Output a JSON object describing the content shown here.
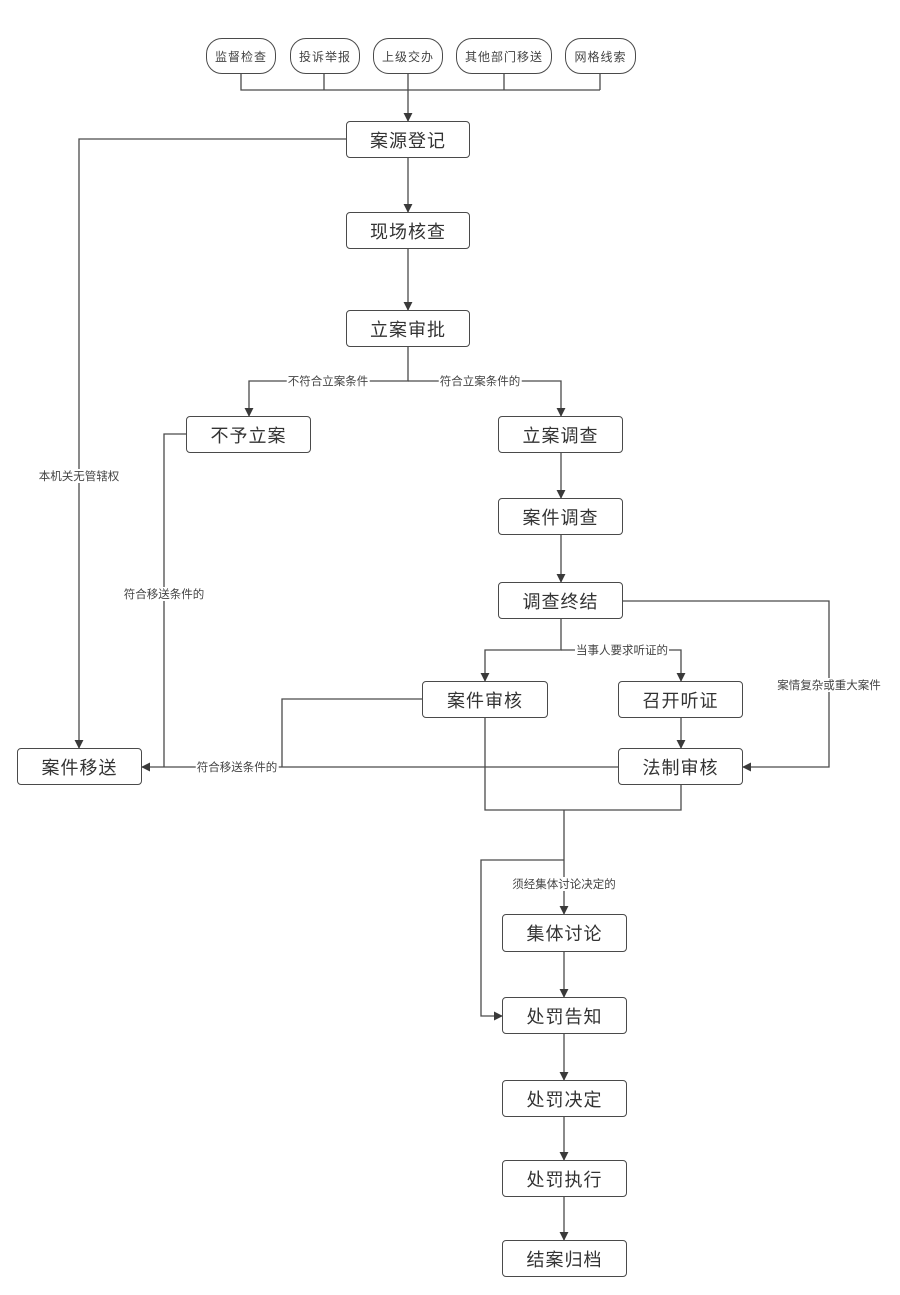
{
  "sources": [
    {
      "id": "src-supervision",
      "label": "监督检查"
    },
    {
      "id": "src-complaint",
      "label": "投诉举报"
    },
    {
      "id": "src-superior",
      "label": "上级交办"
    },
    {
      "id": "src-other-dept",
      "label": "其他部门移送"
    },
    {
      "id": "src-grid",
      "label": "网格线索"
    }
  ],
  "nodes": {
    "register": "案源登记",
    "onsite_check": "现场核查",
    "filing_approval": "立案审批",
    "no_filing": "不予立案",
    "filing_investigation": "立案调查",
    "case_investigation": "案件调查",
    "investigation_end": "调查终结",
    "case_review": "案件审核",
    "hearing": "召开听证",
    "legal_review": "法制审核",
    "case_transfer": "案件移送",
    "collective_discussion": "集体讨论",
    "penalty_notice": "处罚告知",
    "penalty_decision": "处罚决定",
    "penalty_execution": "处罚执行",
    "case_archive": "结案归档"
  },
  "edge_labels": {
    "no_jurisdiction": "本机关无管辖权",
    "not_meet_filing": "不符合立案条件",
    "meet_filing": "符合立案条件的",
    "transfer_condition_left": "符合移送条件的",
    "transfer_condition_bottom": "符合移送条件的",
    "party_requests_hearing": "当事人要求听证的",
    "complex_major_case": "案情复杂或重大案件",
    "needs_collective_discussion": "须经集体讨论决定的"
  },
  "colors": {
    "line": "#4a4a4a",
    "text": "#333333",
    "background": "#ffffff"
  }
}
